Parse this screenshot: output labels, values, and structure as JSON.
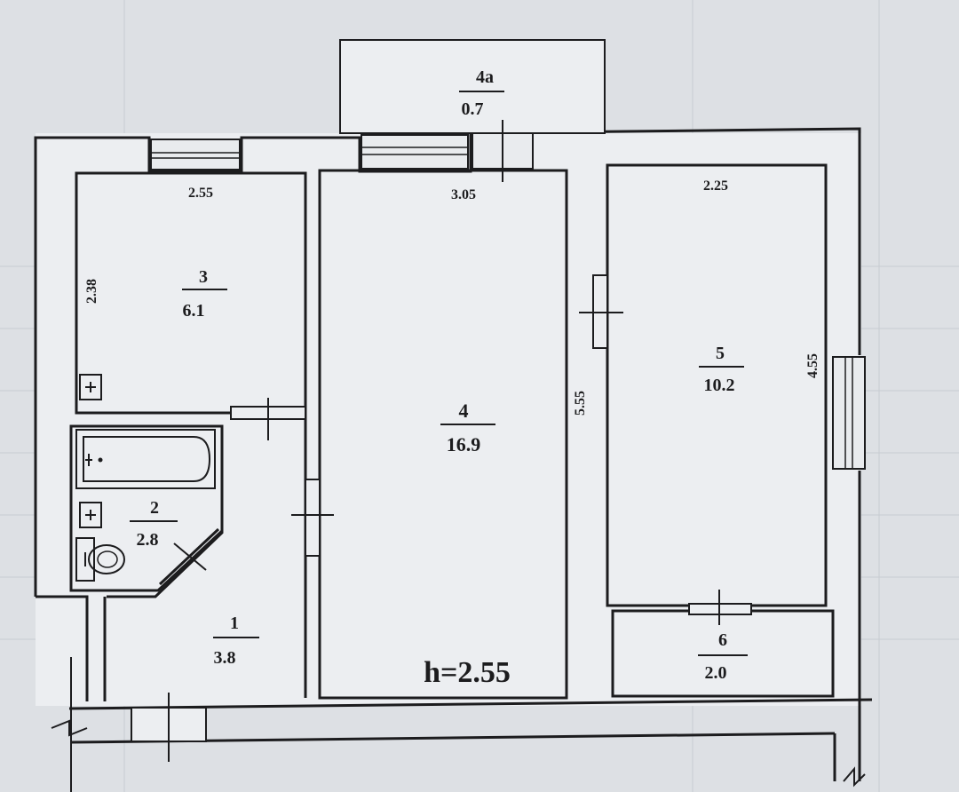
{
  "plan": {
    "ceiling_height": "h=2.55",
    "rooms": [
      {
        "id": "1",
        "number": "1",
        "area": "3.8"
      },
      {
        "id": "2",
        "number": "2",
        "area": "2.8"
      },
      {
        "id": "3",
        "number": "3",
        "area": "6.1"
      },
      {
        "id": "4",
        "number": "4",
        "area": "16.9"
      },
      {
        "id": "4a",
        "number": "4a",
        "area": "0.7"
      },
      {
        "id": "5",
        "number": "5",
        "area": "10.2"
      },
      {
        "id": "6",
        "number": "6",
        "area": "2.0"
      }
    ],
    "dimensions": {
      "room3_width": "2.55",
      "room3_height": "2.38",
      "room4_width": "3.05",
      "room4_height": "5.55",
      "room5_width": "2.25",
      "room5_height": "4.55"
    }
  }
}
